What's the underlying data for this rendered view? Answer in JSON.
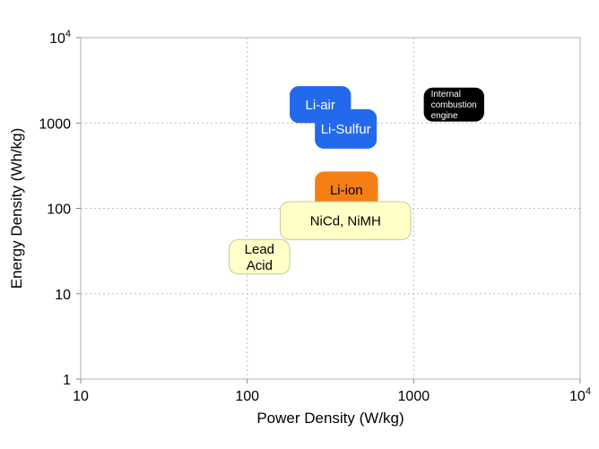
{
  "chart_data": {
    "type": "scatter",
    "title": "",
    "xlabel": "Power Density (W/kg)",
    "ylabel": "Energy Density (Wh/kg)",
    "x_scale": "log",
    "y_scale": "log",
    "xlim": [
      10,
      10000
    ],
    "ylim": [
      1,
      10000
    ],
    "grid": true,
    "x_ticks": [
      {
        "value": 10,
        "label": "10",
        "sup": ""
      },
      {
        "value": 100,
        "label": "100",
        "sup": ""
      },
      {
        "value": 1000,
        "label": "1000",
        "sup": ""
      },
      {
        "value": 10000,
        "label": "10",
        "sup": "4"
      }
    ],
    "y_ticks": [
      {
        "value": 1,
        "label": "1",
        "sup": ""
      },
      {
        "value": 10,
        "label": "10",
        "sup": ""
      },
      {
        "value": 100,
        "label": "100",
        "sup": ""
      },
      {
        "value": 1000,
        "label": "1000",
        "sup": ""
      },
      {
        "value": 10000,
        "label": "10",
        "sup": "4"
      }
    ],
    "regions": [
      {
        "name": "Li-air",
        "lines": [
          "Li-air"
        ],
        "x_range": [
          180,
          420
        ],
        "y_range": [
          1000,
          2700
        ],
        "fill": "#2369ec",
        "text_color": "#ffffff",
        "font_px": 15
      },
      {
        "name": "Li-Sulfur",
        "lines": [
          "Li-Sulfur"
        ],
        "x_range": [
          255,
          600
        ],
        "y_range": [
          500,
          1450
        ],
        "fill": "#2369ec",
        "text_color": "#ffffff",
        "font_px": 15
      },
      {
        "name": "Internal combustion engine",
        "lines": [
          "Internal",
          "combustion",
          "engine"
        ],
        "x_range": [
          1150,
          2650
        ],
        "y_range": [
          1040,
          2600
        ],
        "fill": "#000000",
        "text_color": "#ffffff",
        "font_px": 10
      },
      {
        "name": "Li-ion",
        "lines": [
          "Li-ion"
        ],
        "x_range": [
          255,
          610
        ],
        "y_range": [
          100,
          270
        ],
        "fill": "#f57f14",
        "text_color": "#000000",
        "font_px": 15
      },
      {
        "name": "NiCd, NiMH",
        "lines": [
          "NiCd, NiMH"
        ],
        "x_range": [
          158,
          960
        ],
        "y_range": [
          43,
          120
        ],
        "fill": "#ffffc8",
        "text_color": "#000000",
        "font_px": 15,
        "stroke": "#c8c89a"
      },
      {
        "name": "Lead Acid",
        "lines": [
          "Lead",
          "Acid"
        ],
        "x_range": [
          78,
          180
        ],
        "y_range": [
          17,
          43
        ],
        "fill": "#ffffc8",
        "text_color": "#000000",
        "font_px": 15,
        "stroke": "#c8c89a"
      }
    ]
  }
}
